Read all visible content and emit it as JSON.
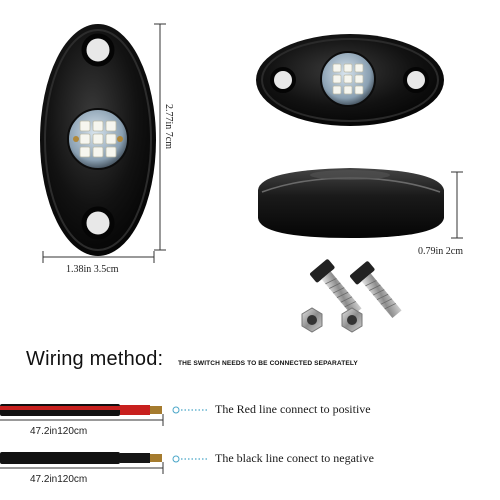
{
  "dimensions": {
    "height": "2.77in  7cm",
    "width": "1.38in 3.5cm",
    "thickness": "0.79in  2cm"
  },
  "wiring": {
    "title": "Wiring method:",
    "note": "THE SWITCH NEEDS TO BE CONNECTED SEPARATELY",
    "red": {
      "length": "47.2in120cm",
      "label": "The Red line connect to positive",
      "color": "#c8201e"
    },
    "black": {
      "length": "47.2in120cm",
      "label": "The black line conect to negative",
      "color": "#111111"
    }
  },
  "colors": {
    "housing": "#0b0b0b",
    "led": "#f4f4ee",
    "accent_dots": "#4aa6c8"
  }
}
